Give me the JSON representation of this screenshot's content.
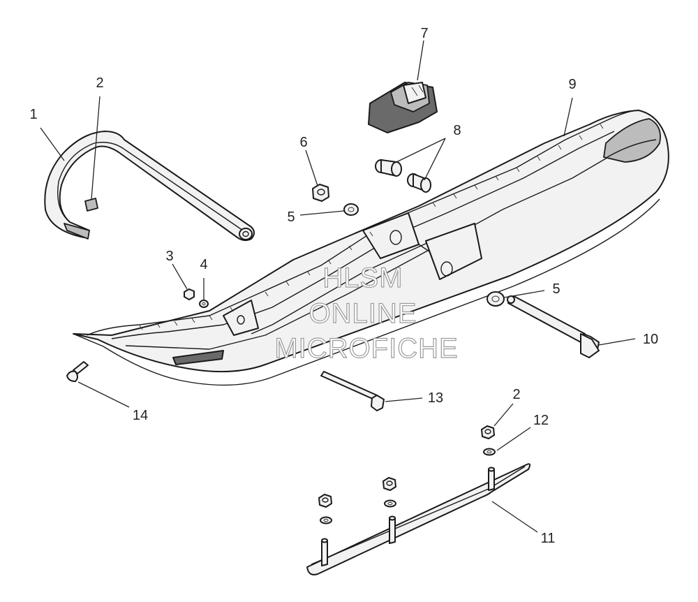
{
  "watermark": {
    "line1": "HLSM",
    "line2": "ONLINE",
    "line3": "MICROFICHE"
  },
  "callouts": [
    {
      "id": "c1",
      "label": "1"
    },
    {
      "id": "c2a",
      "label": "2"
    },
    {
      "id": "c3",
      "label": "3"
    },
    {
      "id": "c4",
      "label": "4"
    },
    {
      "id": "c5a",
      "label": "5"
    },
    {
      "id": "c6",
      "label": "6"
    },
    {
      "id": "c7",
      "label": "7"
    },
    {
      "id": "c8",
      "label": "8"
    },
    {
      "id": "c9",
      "label": "9"
    },
    {
      "id": "c5b",
      "label": "5"
    },
    {
      "id": "c10",
      "label": "10"
    },
    {
      "id": "c13",
      "label": "13"
    },
    {
      "id": "c14",
      "label": "14"
    },
    {
      "id": "c2b",
      "label": "2"
    },
    {
      "id": "c12",
      "label": "12"
    },
    {
      "id": "c11",
      "label": "11"
    }
  ]
}
